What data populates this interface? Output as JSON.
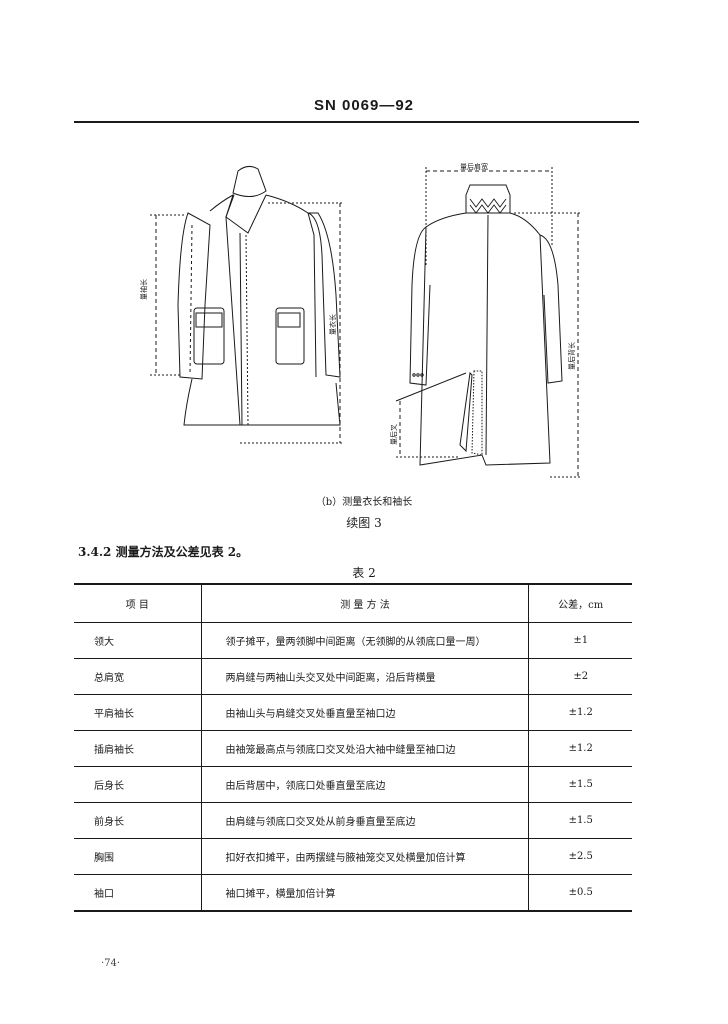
{
  "header": {
    "title": "SN 0069—92"
  },
  "figure": {
    "caption": "（b）测量衣长和袖长",
    "title": "续图 3",
    "front_labels": {
      "sleeve": "量袖长",
      "body": "量衣长"
    },
    "back_labels": {
      "shoulder": "量后肩宽",
      "back_length": "量后背长",
      "slit": "量后叉"
    }
  },
  "section": {
    "text": "3.4.2  测量方法及公差见表 2。"
  },
  "table": {
    "title": "表 2",
    "headers": [
      "项    目",
      "测 量 方 法",
      "公差，cm"
    ],
    "rows": [
      {
        "item": "领大",
        "method": "领子摊平，量两领脚中间距离（无领脚的从领底口量一周）",
        "tolerance": "±1"
      },
      {
        "item": "总肩宽",
        "method": "两肩缝与两袖山头交叉处中间距离，沿后背横量",
        "tolerance": "±2"
      },
      {
        "item": "平肩袖长",
        "method": "由袖山头与肩缝交叉处垂直量至袖口边",
        "tolerance": "±1.2"
      },
      {
        "item": "插肩袖长",
        "method": "由袖笼最高点与领底口交叉处沿大袖中缝量至袖口边",
        "tolerance": "±1.2"
      },
      {
        "item": "后身长",
        "method": "由后背居中，领底口处垂直量至底边",
        "tolerance": "±1.5"
      },
      {
        "item": "前身长",
        "method": "由肩缝与领底口交叉处从前身垂直量至底边",
        "tolerance": "±1.5"
      },
      {
        "item": "胸围",
        "method": "扣好衣扣摊平，由两摆缝与腋袖笼交叉处横量加倍计算",
        "tolerance": "±2.5"
      },
      {
        "item": "袖口",
        "method": "袖口摊平，横量加倍计算",
        "tolerance": "±0.5"
      }
    ]
  },
  "footer": {
    "page_number": "·74·"
  }
}
